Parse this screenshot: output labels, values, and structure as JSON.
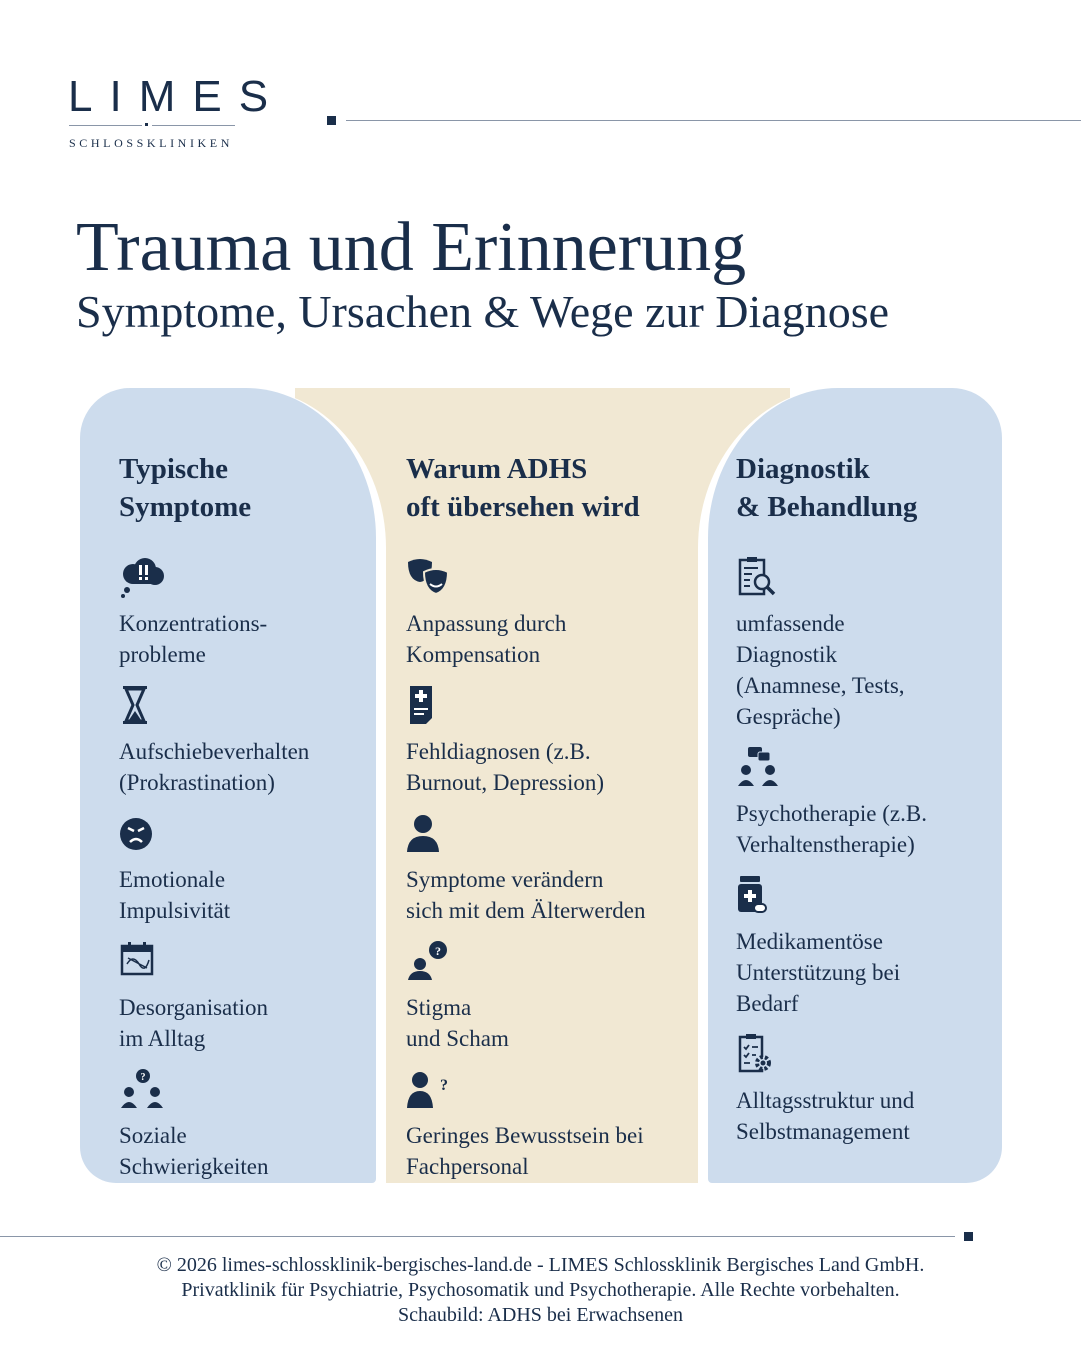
{
  "logo": {
    "word": "LIMES",
    "sub": "SCHLOSSKLINIKEN"
  },
  "title": "Trauma und Erinnerung",
  "subtitle": "Symptome, Ursachen & Wege zur Diagnose",
  "columns": [
    {
      "heading": "Typische\nSymptome",
      "items": [
        {
          "icon": "thought-bubble-alert-icon",
          "text": "Konzentrations-\nprobleme"
        },
        {
          "icon": "hourglass-icon",
          "text": "Aufschiebeverhalten\n(Prokrastination)"
        },
        {
          "icon": "angry-face-icon",
          "text": "Emotionale\nImpulsivität"
        },
        {
          "icon": "calendar-scribble-icon",
          "text": "Desorganisation\nim Alltag"
        },
        {
          "icon": "group-question-icon",
          "text": "Soziale\nSchwierigkeiten"
        }
      ]
    },
    {
      "heading": "Warum ADHS\noft übersehen wird",
      "items": [
        {
          "icon": "theater-masks-icon",
          "text": "Anpassung durch\nKompensation"
        },
        {
          "icon": "medical-document-icon",
          "text": "Fehldiagnosen (z.B.\nBurnout, Depression)"
        },
        {
          "icon": "person-icon",
          "text": "Symptome verändern\nsich mit dem Älterwerden"
        },
        {
          "icon": "person-question-icon",
          "text": "Stigma\nund Scham"
        },
        {
          "icon": "doctor-question-icon",
          "text": "Geringes Bewusstsein bei\nFachpersonal"
        }
      ]
    },
    {
      "heading": "Diagnostik\n& Behandlung",
      "items": [
        {
          "icon": "document-search-icon",
          "text": "umfassende\nDiagnostik\n(Anamnese, Tests,\nGespräche)"
        },
        {
          "icon": "group-conversation-icon",
          "text": "Psychotherapie (z.B.\nVerhaltenstherapie)"
        },
        {
          "icon": "medicine-bottle-icon",
          "text": "Medikamentöse\nUnterstützung bei\nBedarf"
        },
        {
          "icon": "checklist-gear-icon",
          "text": "Alltagsstruktur und\nSelbstmanagement"
        }
      ]
    }
  ],
  "footer": [
    "© 2026 limes-schlossklinik-bergisches-land.de - LIMES Schlossklinik Bergisches Land GmbH.",
    "Privatklinik für Psychiatrie, Psychosomatik und Psychotherapie. Alle Rechte vorbehalten.",
    "Schaubild: ADHS bei Erwachsenen"
  ]
}
